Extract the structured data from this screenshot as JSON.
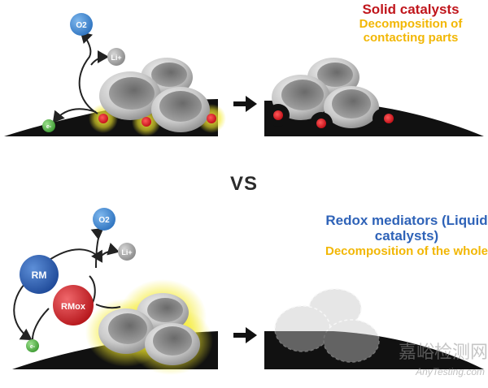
{
  "top": {
    "title": "Solid catalysts",
    "subtitle": "Decomposition of contacting parts",
    "species": {
      "o2": "O2",
      "li": "Li+",
      "electron": "e-"
    }
  },
  "vs": "VS",
  "bottom": {
    "title": "Redox mediators (Liquid catalysts)",
    "subtitle": "Decomposition of the whole",
    "species": {
      "o2": "O2",
      "li": "Li+",
      "electron": "e-",
      "rm": "RM",
      "rm_ox": "RMox"
    }
  },
  "watermark": {
    "cn": "嘉峪检测网",
    "en": "AnyTesting.com"
  },
  "colors": {
    "solid_red": "#c0161c",
    "decomp_yellow": "#f2b705",
    "redox_blue": "#2f63b8",
    "o2_blue": "#3f8fd8",
    "li_gray": "#9a9a9a",
    "electron_green": "#54b848",
    "rm_blue": "#2d5fb5",
    "rmox_red": "#d9252b",
    "substrate": "#111111"
  }
}
